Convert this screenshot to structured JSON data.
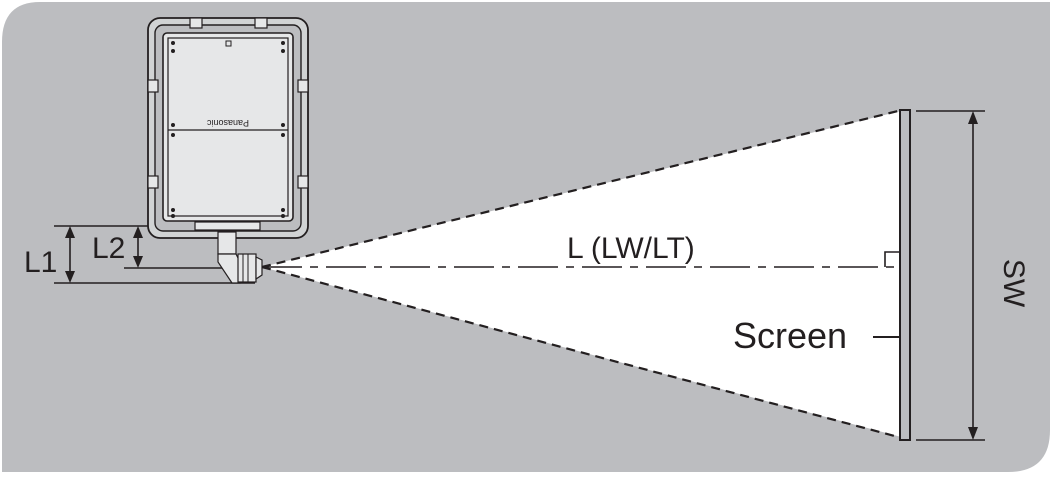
{
  "diagram": {
    "background_color": "#bcbdc0",
    "beam_color": "#ffffff",
    "line_color": "#231f20",
    "projector_body_color": "#e6e7e8",
    "labels": {
      "l1": "L1",
      "l2": "L2",
      "throw_distance": "L (LW/LT)",
      "screen": "Screen",
      "screen_width": "SW"
    },
    "projector": {
      "brand_text": "Panasonic"
    }
  }
}
